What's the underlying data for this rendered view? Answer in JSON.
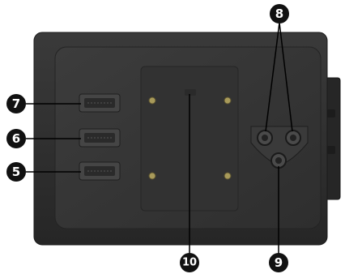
{
  "colors": {
    "housing": "#2d2d2d",
    "housing_edge": "#1a1a1a",
    "inner_panel": "#383838",
    "plate": "#303030",
    "screw": "#a89a5a",
    "connector": "#4a4a4a",
    "callout": "#111111",
    "leader_line": "#000000"
  },
  "callouts": [
    {
      "id": "c7",
      "label": "7",
      "target": "upper-multi-pin-connector"
    },
    {
      "id": "c6",
      "label": "6",
      "target": "middle-multi-pin-connector"
    },
    {
      "id": "c5",
      "label": "5",
      "target": "lower-multi-pin-connector"
    },
    {
      "id": "c8",
      "label": "8",
      "target": "twin-round-connectors"
    },
    {
      "id": "c9",
      "label": "9",
      "target": "single-round-connector"
    },
    {
      "id": "c10",
      "label": "10",
      "target": "mounting-plate"
    }
  ]
}
